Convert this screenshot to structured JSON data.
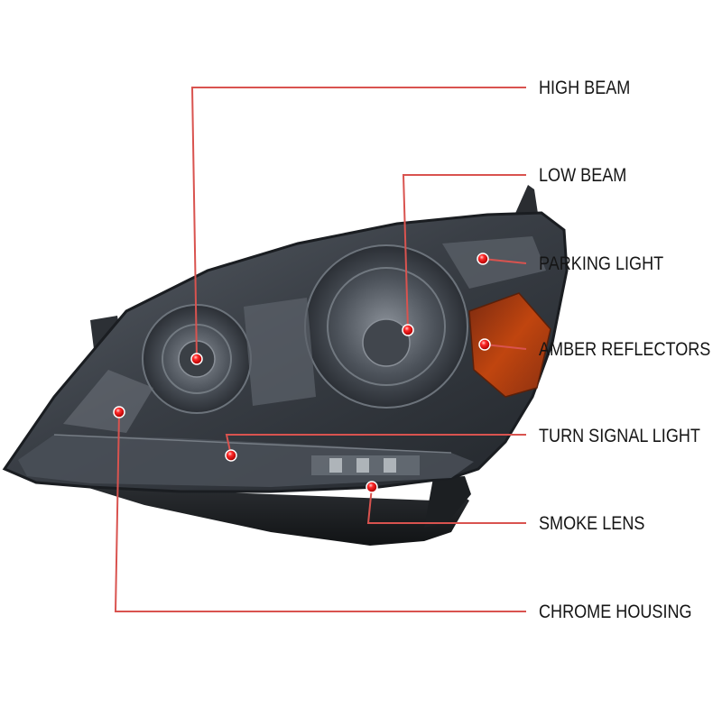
{
  "colors": {
    "leader_line": "#d9534f",
    "marker": "#e01010",
    "label_text": "#151515",
    "lens_smoke": "#3c4148",
    "amber": "#c0450f",
    "background": "#ffffff"
  },
  "callouts": [
    {
      "id": "high-beam",
      "label": "HIGH BEAM"
    },
    {
      "id": "low-beam",
      "label": "LOW BEAM"
    },
    {
      "id": "parking-light",
      "label": "PARKING LIGHT"
    },
    {
      "id": "amber-reflectors",
      "label": "AMBER REFLECTORS"
    },
    {
      "id": "turn-signal-light",
      "label": "TURN SIGNAL LIGHT"
    },
    {
      "id": "smoke-lens",
      "label": "SMOKE LENS"
    },
    {
      "id": "chrome-housing",
      "label": "CHROME HOUSING"
    }
  ]
}
